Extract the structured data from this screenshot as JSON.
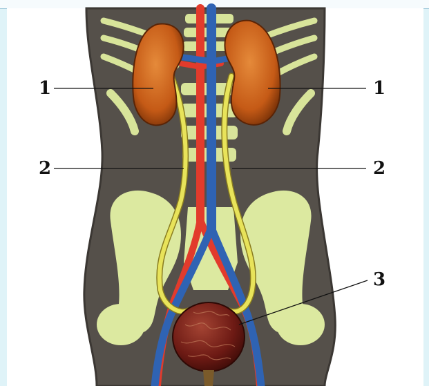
{
  "labels": {
    "kidney_left": "1",
    "kidney_right": "1",
    "ureter_left": "2",
    "ureter_right": "2",
    "bladder": "3"
  },
  "colors": {
    "body": "#55504a",
    "bone": "#e0ec9c",
    "kidney": "#c55a16",
    "artery": "#e23b2c",
    "vein": "#2f63b3",
    "ureter": "#e8e35a",
    "bladder": "#6d1a14",
    "background": "#dff3f8"
  }
}
